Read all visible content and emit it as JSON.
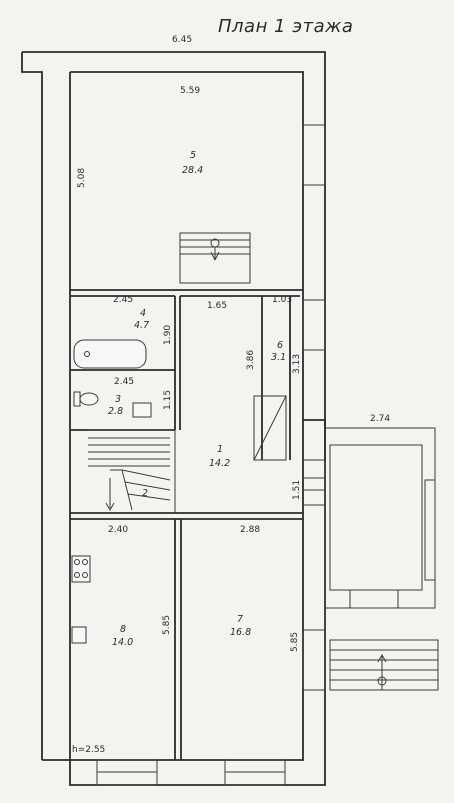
{
  "plan": {
    "title": "План 1 этажа",
    "ceiling_height": "h=2.55"
  },
  "dimensions": {
    "overall_width": "6.45",
    "room5_width": "5.59",
    "room5_depth": "5.08",
    "room4_width": "2.45",
    "room3_width": "2.45",
    "hall_width": "1.65",
    "room6_width": "1.03",
    "room4_depth": "1.90",
    "room3_depth": "1.15",
    "hall_depth": "3.86",
    "room6_depth": "3.13",
    "stair_gap": "1.51",
    "annex_width": "2.74",
    "room8_width": "2.40",
    "room7_width": "2.88",
    "room8_depth": "5.85",
    "room7_depth": "5.85"
  },
  "rooms": {
    "r1": {
      "num": "1",
      "area": "14.2"
    },
    "r2": {
      "num": "2"
    },
    "r3": {
      "num": "3",
      "area": "2.8"
    },
    "r4": {
      "num": "4",
      "area": "4.7"
    },
    "r5": {
      "num": "5",
      "area": "28.4"
    },
    "r6": {
      "num": "6",
      "area": "3.1"
    },
    "r7": {
      "num": "7",
      "area": "16.8"
    },
    "r8": {
      "num": "8",
      "area": "14.0"
    }
  }
}
